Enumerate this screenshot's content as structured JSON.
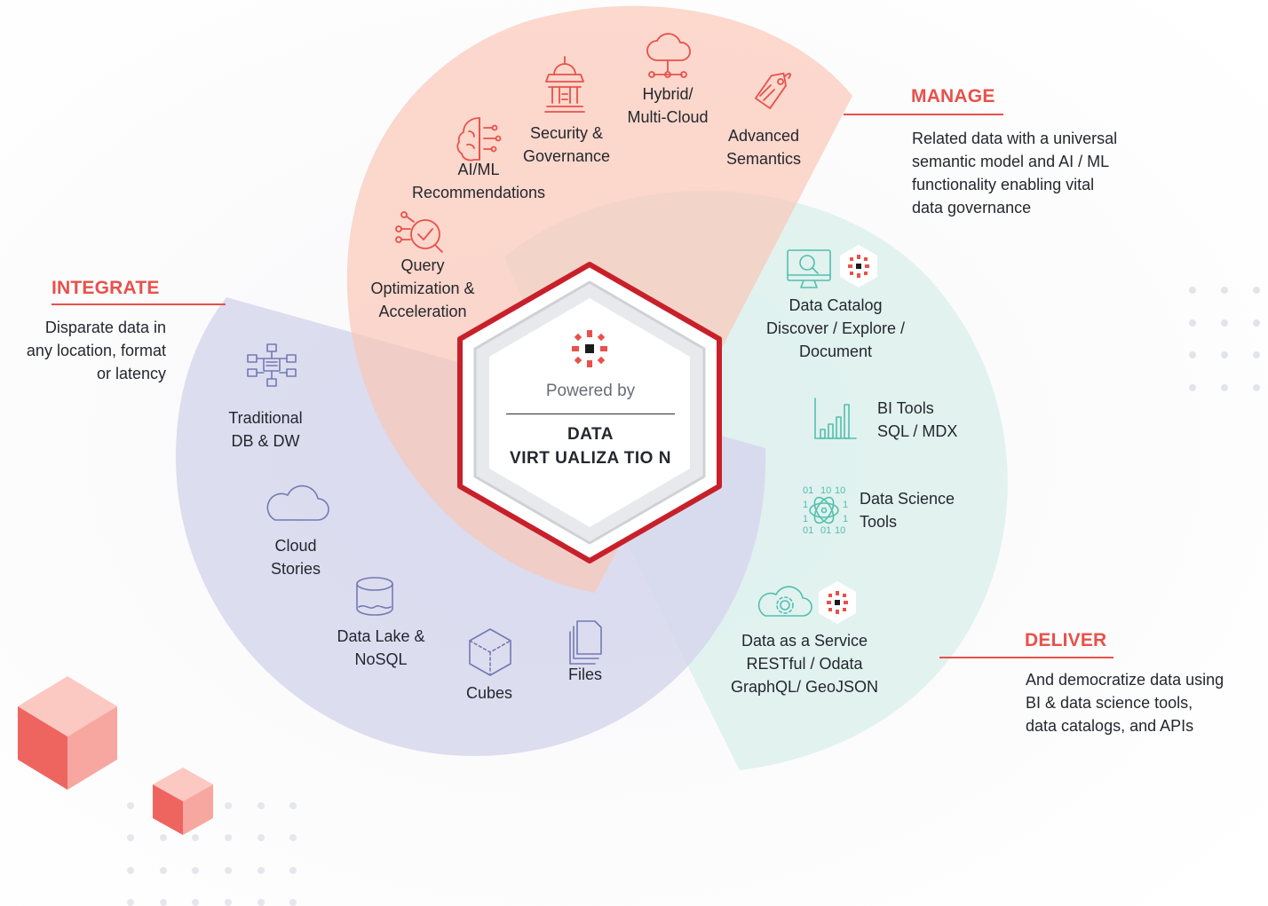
{
  "hub": {
    "powered_by": "Powered by",
    "title": "DATA\nVIRT UALIZA TIO N"
  },
  "manage": {
    "heading": "MANAGE",
    "description": "Related data with a universal\nsemantic model and AI / ML\nfunctionality enabling vital\ndata governance",
    "items": [
      {
        "label": "AI/ML\nRecommendations",
        "icon": "brain-icon"
      },
      {
        "label": "Security &\nGovernance",
        "icon": "government-building-icon"
      },
      {
        "label": "Hybrid/\nMulti-Cloud",
        "icon": "cloud-network-icon"
      },
      {
        "label": "Advanced\nSemantics",
        "icon": "tag-icon"
      },
      {
        "label": "Query\nOptimization &\nAcceleration",
        "icon": "magnifier-check-icon"
      }
    ]
  },
  "integrate": {
    "heading": "INTEGRATE",
    "description": "Disparate data in\nany location, format\nor latency",
    "items": [
      {
        "label": "Traditional\nDB & DW",
        "icon": "database-network-icon"
      },
      {
        "label": "Cloud\nStories",
        "icon": "cloud-icon"
      },
      {
        "label": "Data Lake &\nNoSQL",
        "icon": "database-cylinder-icon"
      },
      {
        "label": "Cubes",
        "icon": "cube-icon"
      },
      {
        "label": "Files",
        "icon": "files-icon"
      }
    ]
  },
  "deliver": {
    "heading": "DELIVER",
    "description": "And democratize data using\nBI & data science tools,\ndata catalogs, and APIs",
    "items": [
      {
        "label": "Data Catalog\nDiscover / Explore /\nDocument",
        "icon": "monitor-search-icon"
      },
      {
        "label": "BI Tools\nSQL / MDX",
        "icon": "bar-chart-icon"
      },
      {
        "label": "Data Science\nTools",
        "icon": "atom-binary-icon"
      },
      {
        "label": "Data as a Service\nRESTful / Odata\nGraphQL/ GeoJSON",
        "icon": "cloud-gear-icon"
      }
    ]
  },
  "colors": {
    "accent_red": "#e8514a",
    "manage_fill": "#fbd5c9",
    "integrate_fill": "#d9daee",
    "deliver_fill": "#dcf0ec",
    "hub_border": "#c8202a",
    "icon_red": "#e8514a",
    "icon_blue": "#7479b3",
    "icon_teal": "#53bfae"
  }
}
